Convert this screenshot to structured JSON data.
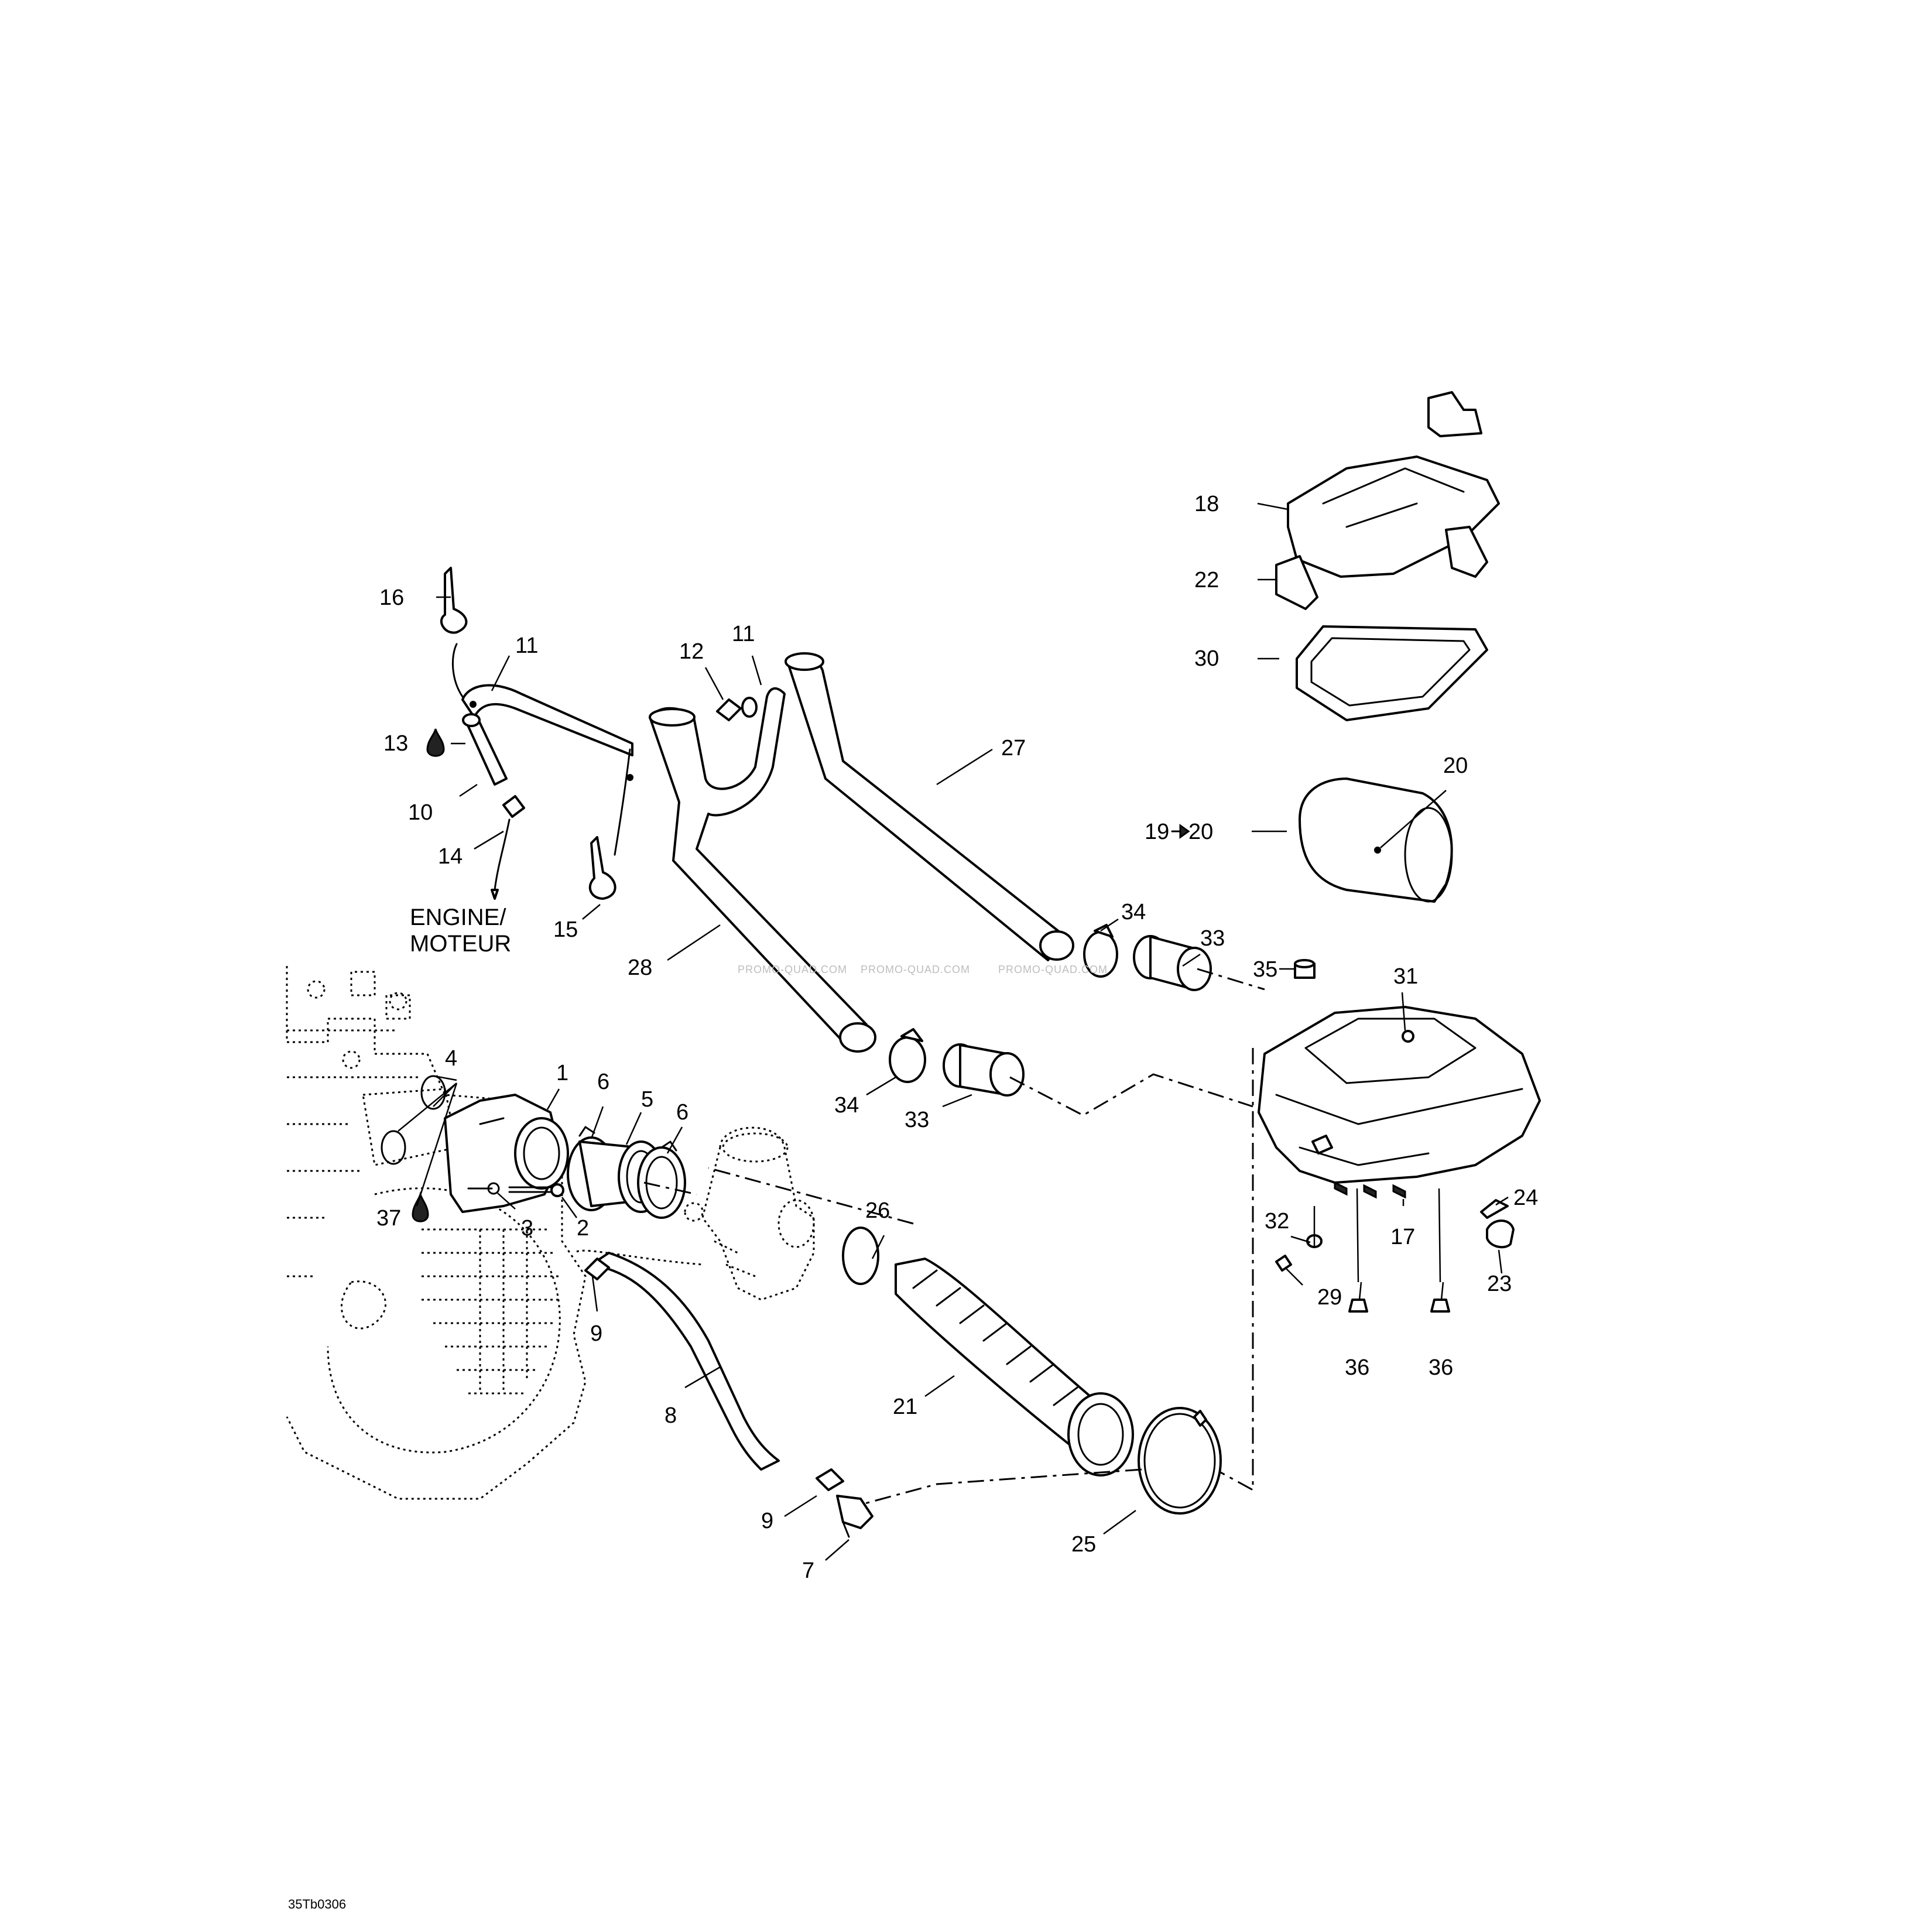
{
  "diagram": {
    "code": "35Tb0306",
    "engine_note": [
      "ENGINE/",
      "MOTEUR"
    ],
    "watermark": "PROMO-QUAD.COM",
    "labels": [
      {
        "id": "1",
        "text": "1"
      },
      {
        "id": "2",
        "text": "2"
      },
      {
        "id": "3",
        "text": "3"
      },
      {
        "id": "4",
        "text": "4"
      },
      {
        "id": "5",
        "text": "5"
      },
      {
        "id": "6a",
        "text": "6"
      },
      {
        "id": "6b",
        "text": "6"
      },
      {
        "id": "7",
        "text": "7"
      },
      {
        "id": "8",
        "text": "8"
      },
      {
        "id": "9a",
        "text": "9"
      },
      {
        "id": "9b",
        "text": "9"
      },
      {
        "id": "10",
        "text": "10"
      },
      {
        "id": "11a",
        "text": "11"
      },
      {
        "id": "11b",
        "text": "11"
      },
      {
        "id": "12",
        "text": "12"
      },
      {
        "id": "13",
        "text": "13"
      },
      {
        "id": "14",
        "text": "14"
      },
      {
        "id": "15",
        "text": "15"
      },
      {
        "id": "16",
        "text": "16"
      },
      {
        "id": "17",
        "text": "17"
      },
      {
        "id": "18",
        "text": "18"
      },
      {
        "id": "19",
        "text": "19"
      },
      {
        "id": "20a",
        "text": "20"
      },
      {
        "id": "20b",
        "text": "20"
      },
      {
        "id": "21",
        "text": "21"
      },
      {
        "id": "22",
        "text": "22"
      },
      {
        "id": "23",
        "text": "23"
      },
      {
        "id": "24",
        "text": "24"
      },
      {
        "id": "25",
        "text": "25"
      },
      {
        "id": "26",
        "text": "26"
      },
      {
        "id": "27",
        "text": "27"
      },
      {
        "id": "28",
        "text": "28"
      },
      {
        "id": "29",
        "text": "29"
      },
      {
        "id": "30",
        "text": "30"
      },
      {
        "id": "31",
        "text": "31"
      },
      {
        "id": "32",
        "text": "32"
      },
      {
        "id": "33a",
        "text": "33"
      },
      {
        "id": "33b",
        "text": "33"
      },
      {
        "id": "34a",
        "text": "34"
      },
      {
        "id": "34b",
        "text": "34"
      },
      {
        "id": "35",
        "text": "35"
      },
      {
        "id": "36a",
        "text": "36"
      },
      {
        "id": "36b",
        "text": "36"
      },
      {
        "id": "37",
        "text": "37"
      }
    ]
  }
}
